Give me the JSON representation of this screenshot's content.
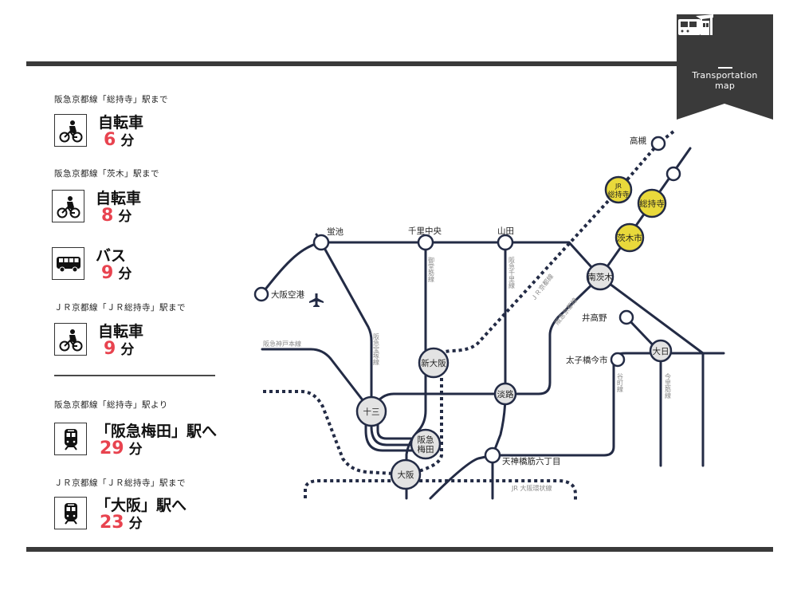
{
  "banner": {
    "icon": "train-station-icon",
    "title_line1": "Transportation",
    "title_line2": "map",
    "bg_color": "#3a3a3a"
  },
  "access": [
    {
      "caption": "阪急京都線「総持寺」駅まで",
      "icon": "bicycle-icon",
      "mode": "自転車",
      "minutes": "6",
      "unit": "分"
    },
    {
      "caption": "阪急京都線「茨木」駅まで",
      "icon": "bicycle-icon",
      "mode": "自転車",
      "minutes": "8",
      "unit": "分"
    },
    {
      "caption": "",
      "icon": "bus-icon",
      "mode": "バス",
      "minutes": "9",
      "unit": "分"
    },
    {
      "caption": "ＪＲ京都線「ＪＲ総持寺」駅まで",
      "icon": "bicycle-icon",
      "mode": "自転車",
      "minutes": "9",
      "unit": "分"
    }
  ],
  "routes": [
    {
      "caption": "阪急京都線「総持寺」駅より",
      "icon": "train-icon",
      "destination": "「阪急梅田」駅へ",
      "minutes": "29",
      "unit": "分"
    },
    {
      "caption": "ＪＲ京都線「ＪＲ総持寺」駅まで",
      "icon": "train-icon",
      "destination": "「大阪」駅へ",
      "minutes": "23",
      "unit": "分"
    }
  ],
  "colors": {
    "accent_red": "#e8434f",
    "line_navy": "#232b45",
    "highlight_yellow": "#e9d93b",
    "major_station_gray": "#e3e3e3"
  },
  "map": {
    "stations": {
      "takatsuki": "高槻",
      "jr_sojiji_l1": "JR",
      "jr_sojiji_l2": "総持寺",
      "sojiji": "総持寺",
      "ibarakishi": "茨木市",
      "minami_ibaraki": "南茨木",
      "hotarugaike": "蛍池",
      "senri_chuo": "千里中央",
      "yamada": "山田",
      "osaka_airport": "大阪空港",
      "idakano": "井高野",
      "dainichi": "大日",
      "taishibashi": "太子橋今市",
      "shin_osaka": "新大阪",
      "juso": "十三",
      "awaji": "淡路",
      "hankyu_umeda_l1": "阪急",
      "hankyu_umeda_l2": "梅田",
      "osaka": "大阪",
      "tenroku": "天神橋筋六丁目"
    },
    "lines": {
      "hankyu_kobe": "阪急神戸本線",
      "hankyu_takarazuka": "阪急宝塚線",
      "midosuji": "御堂筋線",
      "hankyu_senri": "阪急千里線",
      "jr_kyoto": "ＪＲ京都線",
      "hankyu_kyoto": "阪急京都線",
      "tanimachi": "谷町線",
      "imazatosuji": "今里筋線",
      "jr_loop": "JR 大阪環状線"
    },
    "airport_icon": "airplane-icon"
  }
}
